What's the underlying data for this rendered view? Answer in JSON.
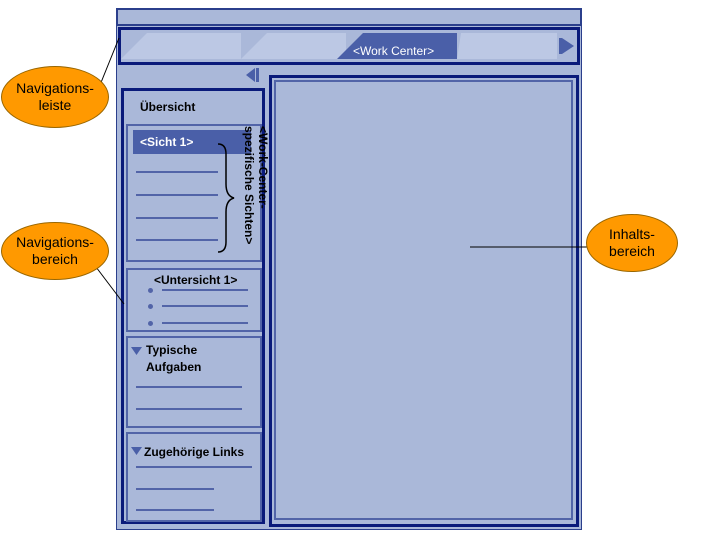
{
  "navbar": {
    "active_tab_label": "<Work Center>"
  },
  "nav_area": {
    "overview_label": "Übersicht",
    "view_label": "<Sicht 1>",
    "specific_views_line1": "<Work-Center-",
    "specific_views_line2": "spezifische Sichten>",
    "subview_label": "<Untersicht 1>",
    "tasks_line1": "Typische",
    "tasks_line2": "Aufgaben",
    "links_label": "Zugehörige Links"
  },
  "callouts": {
    "navbar_label": "Navigations-\nleiste",
    "navarea_label": "Navigations-\nbereich",
    "content_label": "Inhalts-\nbereich"
  },
  "colors": {
    "frame_fill": "#aab8d9",
    "border_dark": "#0a1a7a",
    "active_tab": "#4a5fa8",
    "callout_fill": "#ff9900"
  }
}
